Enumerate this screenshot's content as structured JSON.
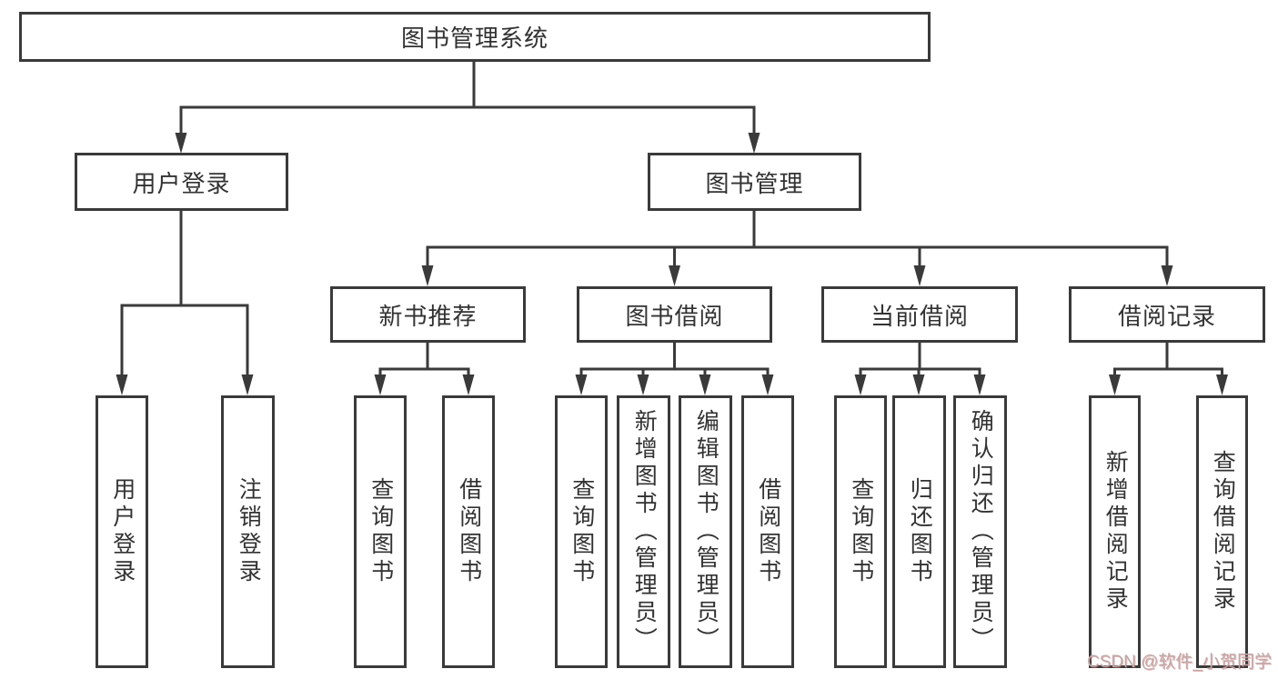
{
  "diagram": {
    "root": {
      "label": "图书管理系统"
    },
    "level2": [
      {
        "label": "用户登录"
      },
      {
        "label": "图书管理"
      }
    ],
    "level3": [
      {
        "label": "新书推荐"
      },
      {
        "label": "图书借阅"
      },
      {
        "label": "当前借阅"
      },
      {
        "label": "借阅记录"
      }
    ],
    "leaves": [
      {
        "label": "用户登录"
      },
      {
        "label": "注销登录"
      },
      {
        "label": "查询图书"
      },
      {
        "label": "借阅图书"
      },
      {
        "label": "查询图书"
      },
      {
        "label": "新增图书（管理员）"
      },
      {
        "label": "编辑图书（管理员）"
      },
      {
        "label": "借阅图书"
      },
      {
        "label": "查询图书"
      },
      {
        "label": "归还图书"
      },
      {
        "label": "确认归还（管理员）"
      },
      {
        "label": "新增借阅记录"
      },
      {
        "label": "查询借阅记录"
      }
    ]
  },
  "watermark": {
    "text": "CSDN @软件_小贺同学"
  },
  "colors": {
    "line": "#3a3a3a",
    "text": "#323232",
    "background": "#ffffff",
    "watermark": "#bdaaaa"
  }
}
